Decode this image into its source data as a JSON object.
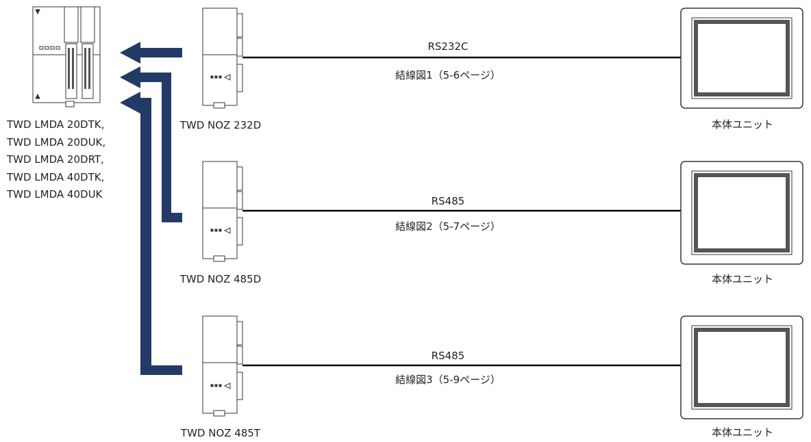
{
  "plc": {
    "models": [
      "TWD LMDA 20DTK,",
      "TWD LMDA 20DUK,",
      "TWD LMDA 20DRT,",
      "TWD LMDA 40DTK,",
      "TWD LMDA 40DUK"
    ]
  },
  "colors": {
    "arrow": "#243a66",
    "line": "#000000",
    "device_fill": "#ffffff",
    "screen_inner": "#555555"
  },
  "rows": [
    {
      "adapter": "TWD NOZ 232D",
      "protocol": "RS232C",
      "wiring": "結線図1（5-6ページ）",
      "unit": "本体ユニット"
    },
    {
      "adapter": "TWD NOZ 485D",
      "protocol": "RS485",
      "wiring": "結線図2（5-7ページ）",
      "unit": "本体ユニット"
    },
    {
      "adapter": "TWD NOZ 485T",
      "protocol": "RS485",
      "wiring": "結線図3（5-9ページ）",
      "unit": "本体ユニット"
    }
  ]
}
